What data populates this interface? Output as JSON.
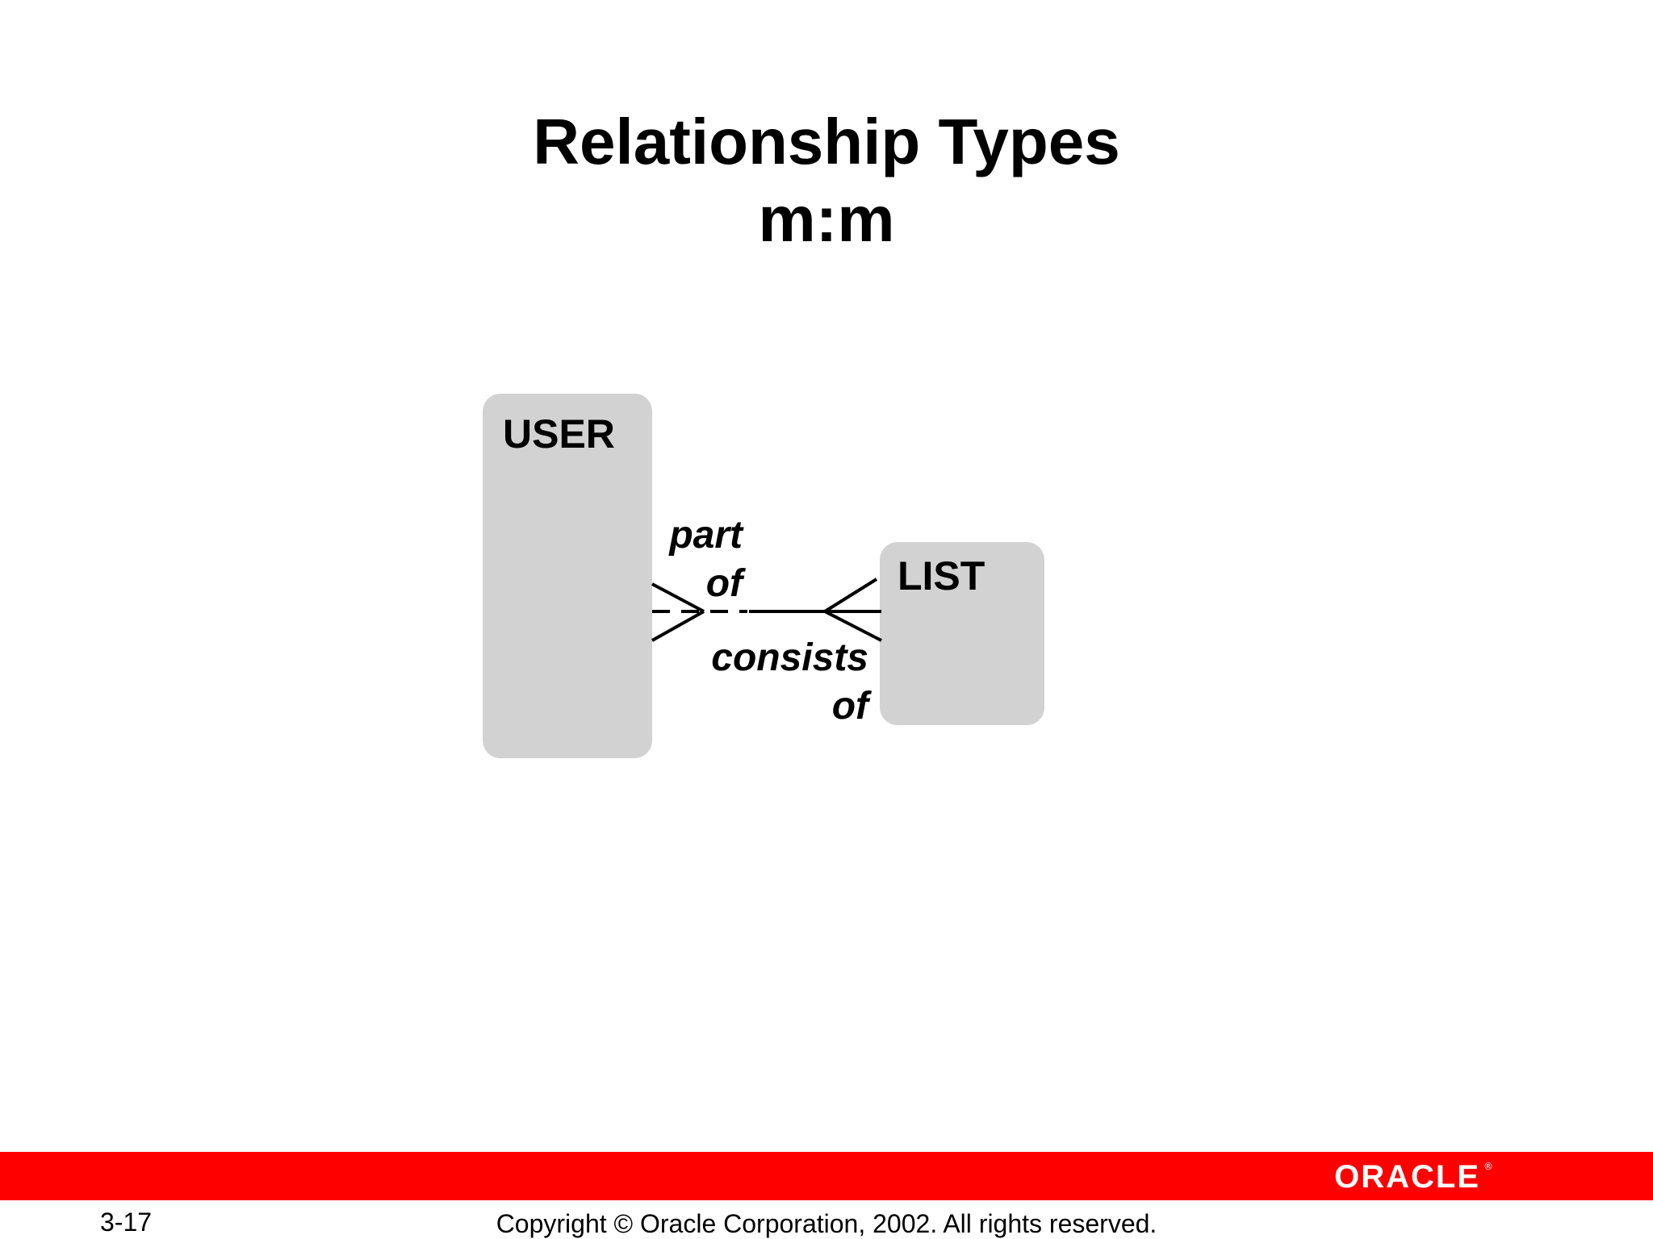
{
  "slide": {
    "title_line1": "Relationship Types",
    "title_line2": "m:m"
  },
  "diagram": {
    "entities": [
      {
        "name": "USER"
      },
      {
        "name": "LIST"
      }
    ],
    "relationship": {
      "user_end_label": [
        "part",
        "of"
      ],
      "list_end_label": [
        "consists",
        "of"
      ],
      "user_end_optionality": "optional",
      "list_end_optionality": "mandatory",
      "user_end_cardinality": "many",
      "list_end_cardinality": "many"
    },
    "colors": {
      "entity_fill": "#d2d2d2",
      "line": "#000000"
    }
  },
  "footer": {
    "brand": "ORACLE",
    "page_number": "3-17",
    "copyright": "Copyright © Oracle Corporation, 2002. All rights reserved.",
    "bar_color": "#ff0000"
  }
}
